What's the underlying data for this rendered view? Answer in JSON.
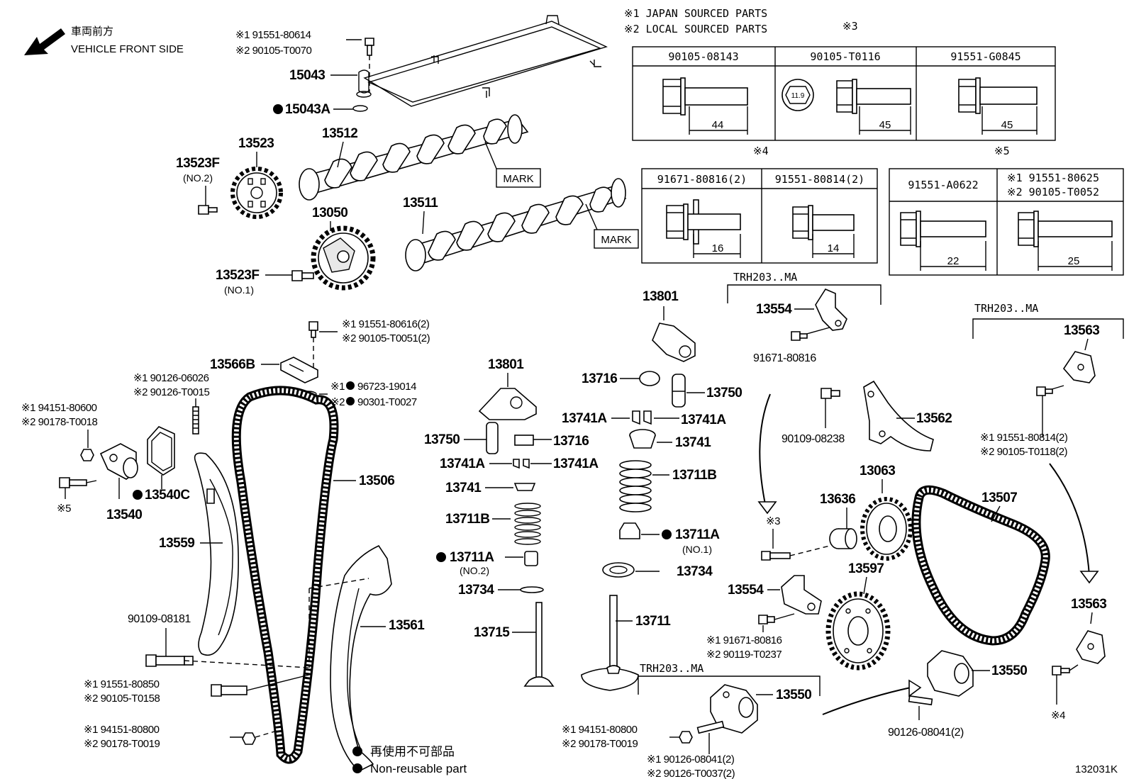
{
  "orientation": {
    "jp": "車両前方",
    "en": "VEHICLE FRONT SIDE"
  },
  "legend_sources": [
    "※1 JAPAN SOURCED PARTS",
    "※2 LOCAL SOURCED PARTS"
  ],
  "tables": {
    "t3": {
      "mark": "※3",
      "cols": [
        "90105-08143",
        "90105-T0116",
        "91551-G0845"
      ],
      "dims": [
        "44",
        "45",
        "45"
      ],
      "hex_size": "11.9"
    },
    "t4": {
      "mark": "※4",
      "cols": [
        "91671-80816(2)",
        "91551-80814(2)"
      ],
      "dims": [
        "16",
        "14"
      ]
    },
    "t5": {
      "mark": "※5",
      "col1": "91551-A0622",
      "col2a": "※1 91551-80625",
      "col2b": "※2 90105-T0052",
      "dims": [
        "22",
        "25"
      ]
    }
  },
  "parts": {
    "p1": "※1 91551-80614",
    "p2": "※2 90105-T0070",
    "p15043": "15043",
    "p15043a": "15043A",
    "p13523": "13523",
    "p13512": "13512",
    "p13523f": "13523F",
    "no2": "(NO.2)",
    "mark1": "MARK",
    "p13050": "13050",
    "p13511": "13511",
    "mark2": "MARK",
    "p13523f2": "13523F",
    "no1": "(NO.1)",
    "trh1": "TRH203..MA",
    "p13801a": "13801",
    "p13554a": "13554",
    "p91671": "91671-80816",
    "trh2": "TRH203..MA",
    "p13563a": "13563",
    "b1": "※1 91551-80616(2)",
    "b2": "※2 90105-T0051(2)",
    "p13566b": "13566B",
    "w1": "※1",
    "w1n": "96723-19014",
    "w2": "※2",
    "w2n": "90301-T0027",
    "s1": "※1 90126-06026",
    "s2": "※2 90126-T0015",
    "n1": "※1  94151-80600",
    "n2": "※2  90178-T0018",
    "p13801b": "13801",
    "p13716a": "13716",
    "p13750a": "13750",
    "p13741aL": "13741A",
    "p13741aR": "13741A",
    "p13741a": "13741",
    "p13750b": "13750",
    "p13716b": "13716",
    "p13741aL2": "13741A",
    "p13741aR2": "13741A",
    "p13741b": "13741",
    "p13711b1": "13711B",
    "p13711b2": "13711B",
    "p13711a1": "13711A",
    "no1b": "(NO.1)",
    "p13711a2": "13711A",
    "no2b": "(NO.2)",
    "p13734a": "13734",
    "p13734b": "13734",
    "p13715": "13715",
    "p13711": "13711",
    "p13506": "13506",
    "p13540c": "13540C",
    "p13540": "13540",
    "mk5": "※5",
    "p13559": "13559",
    "p90109a": "90109-08181",
    "p13561": "13561",
    "c1": "※1  91551-80850",
    "c2": "※2  90105-T0158",
    "d1": "※1  94151-80800",
    "d2": "※2  90178-T0019",
    "p90109b": "90109-08238",
    "p13562": "13562",
    "p13063": "13063",
    "p13636": "13636",
    "mk3": "※3",
    "p13507": "13507",
    "e1": "※1 91551-80814(2)",
    "e2": "※2 90105-T0118(2)",
    "p13597": "13597",
    "p13554b": "13554",
    "f1": "※1 91671-80816",
    "f2": "※2 90119-T0237",
    "trh3": "TRH203..MA",
    "p13550a": "13550",
    "p13550b": "13550",
    "p13563b": "13563",
    "mk4": "※4",
    "g1": "※1  94151-80800",
    "g2": "※2  90178-T0019",
    "h1": "※1  90126-08041(2)",
    "h2": "※2  90126-T0037(2)",
    "p90126": "90126-08041(2)"
  },
  "legend_nonreuse": {
    "jp": "再使用不可部品",
    "en": "Non-reusable part"
  },
  "code": "132031K"
}
